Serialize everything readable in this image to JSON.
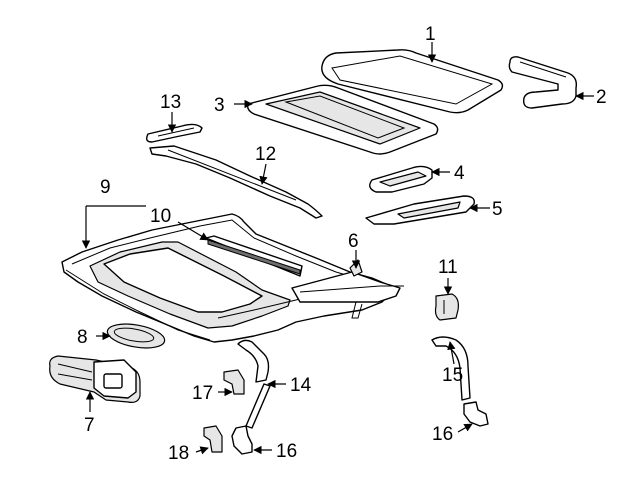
{
  "diagram": {
    "callouts": [
      {
        "id": "1",
        "label": "1"
      },
      {
        "id": "2",
        "label": "2"
      },
      {
        "id": "3",
        "label": "3"
      },
      {
        "id": "4",
        "label": "4"
      },
      {
        "id": "5",
        "label": "5"
      },
      {
        "id": "6",
        "label": "6"
      },
      {
        "id": "7",
        "label": "7"
      },
      {
        "id": "8",
        "label": "8"
      },
      {
        "id": "9",
        "label": "9"
      },
      {
        "id": "10",
        "label": "10"
      },
      {
        "id": "11",
        "label": "11"
      },
      {
        "id": "12",
        "label": "12"
      },
      {
        "id": "13",
        "label": "13"
      },
      {
        "id": "14",
        "label": "14"
      },
      {
        "id": "15",
        "label": "15"
      },
      {
        "id": "16a",
        "label": "16"
      },
      {
        "id": "16b",
        "label": "16"
      },
      {
        "id": "17",
        "label": "17"
      },
      {
        "id": "18",
        "label": "18"
      }
    ],
    "colors": {
      "line": "#000000",
      "background": "#ffffff",
      "fill_light": "#e6e6e6",
      "fill_dark": "#6e6e6e"
    }
  }
}
